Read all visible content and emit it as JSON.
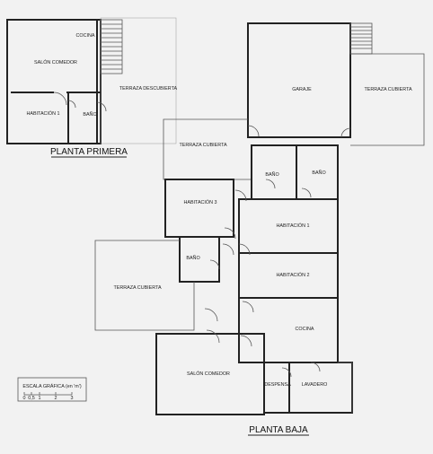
{
  "planta_primera": {
    "title": "PLANTA PRIMERA",
    "rooms": {
      "cocina": "COCINA",
      "salon_comedor": "SALÓN COMEDOR",
      "habitacion_1": "HABITACIÓN 1",
      "bano": "BAÑO",
      "terraza_descubierta": "TERRAZA DESCUBIERTA"
    }
  },
  "planta_baja": {
    "title": "PLANTA BAJA",
    "rooms": {
      "garaje": "GARAJE",
      "terraza_cubierta_garaje": "TERRAZA CUBIERTA",
      "terraza_cubierta_top": "TERRAZA CUBIERTA",
      "bano_1": "BAÑO",
      "bano_2": "BAÑO",
      "habitacion_3": "HABITACIÓN 3",
      "habitacion_1": "HABITACIÓN 1",
      "bano_3": "BAÑO",
      "habitacion_2": "HABITACIÓN 2",
      "terraza_cubierta_left": "TERRAZA CUBIERTA",
      "cocina": "COCINA",
      "salon_comedor": "SALÓN COMEDOR",
      "despensa": "DESPENSA",
      "lavadero": "LAVADERO"
    }
  },
  "scale": {
    "label": "ESCALA GRÁFICA (en 'm')",
    "ticks": [
      "0",
      "0,5",
      "1",
      "2",
      "3"
    ]
  }
}
